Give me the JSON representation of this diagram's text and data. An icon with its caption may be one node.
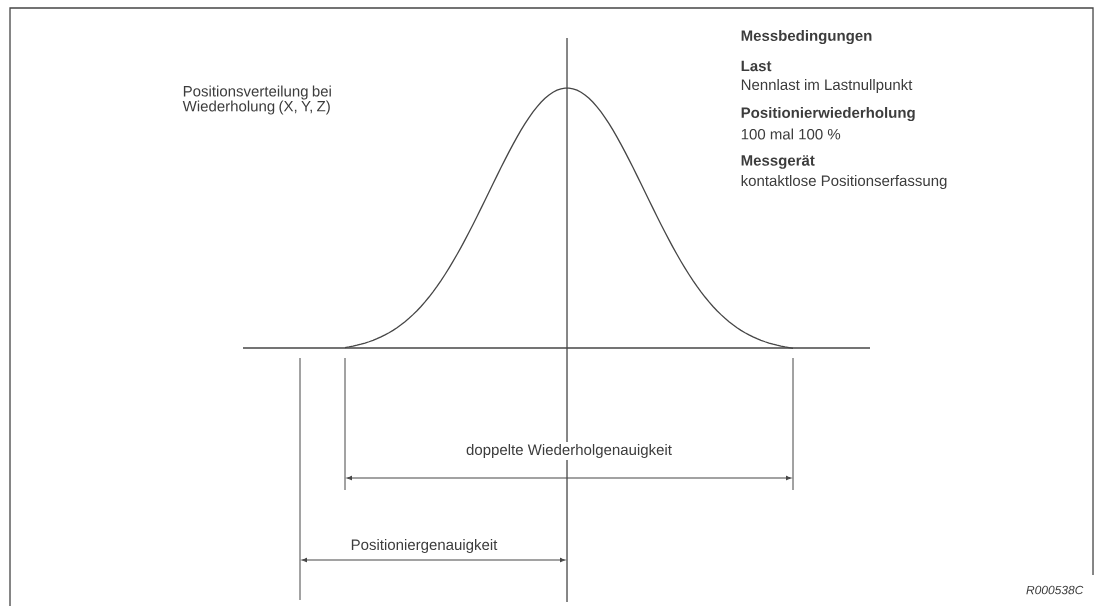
{
  "diagram": {
    "labels": [
      "Positionsverteilung bei Wiederholung (X, Y, Z)",
      "Messbedingungen",
      "Last",
      "Nennlast im Lastnullpunkt",
      "Positionierwiederholung",
      "100 mal 100 %",
      "Messgerät",
      "kontaktlose Positionserfassung",
      "doppelte Wiederholgenauigkeit",
      "Positioniergenauigkeit",
      "R000538C"
    ]
  }
}
